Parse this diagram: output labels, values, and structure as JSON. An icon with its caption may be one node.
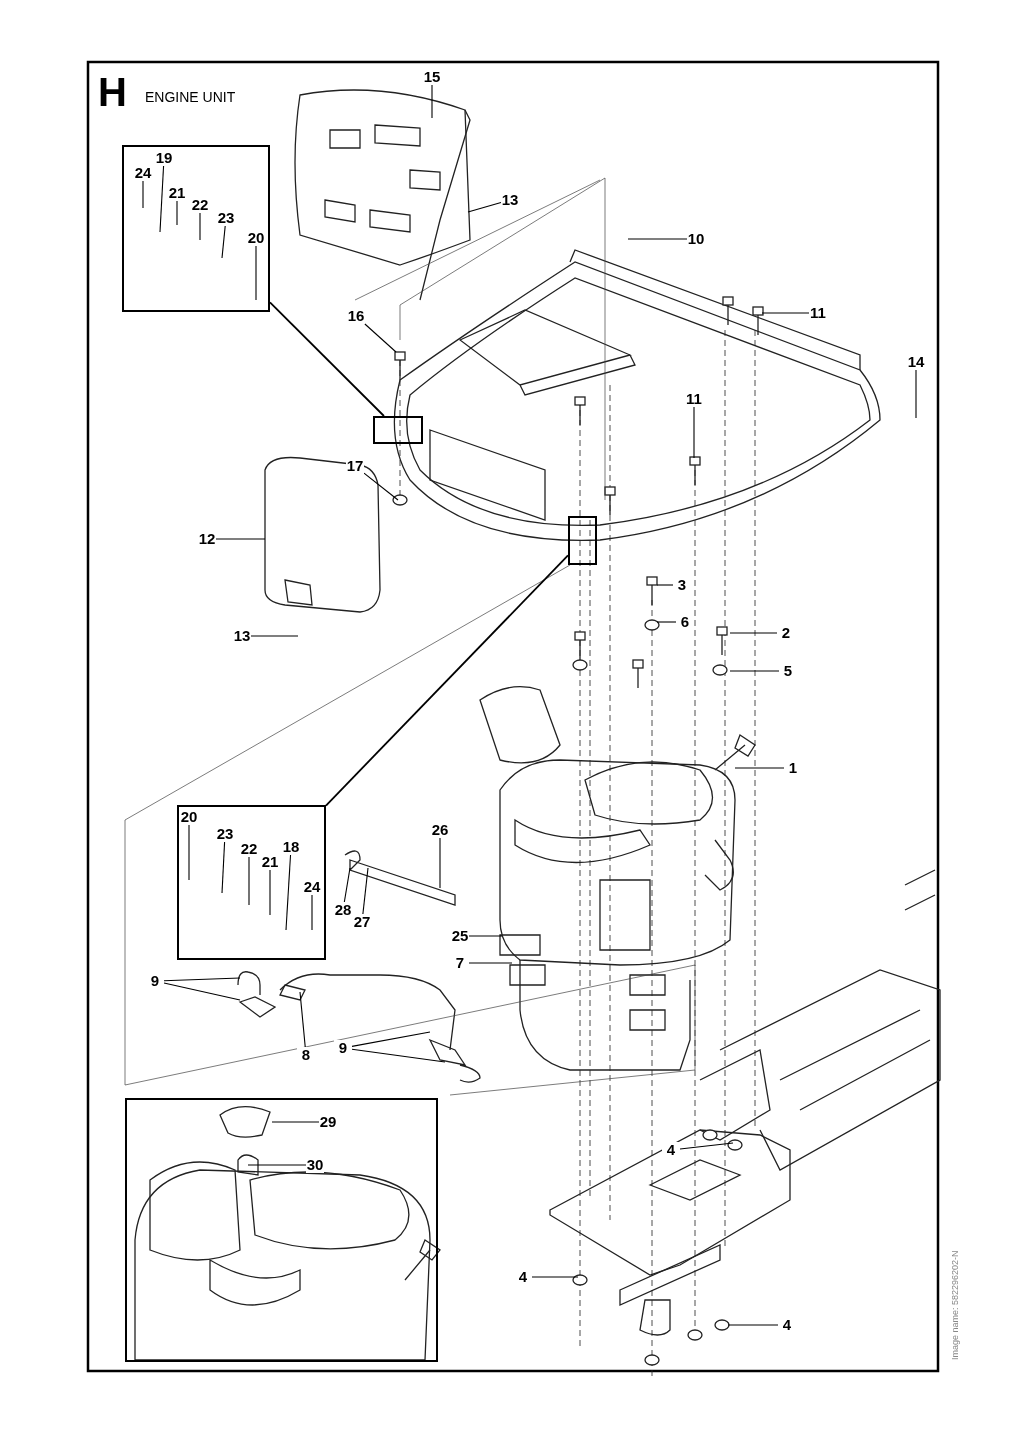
{
  "diagram": {
    "title": "ENGINE UNIT",
    "nodes": [
      {
        "text": [
          "15"
        ]
      },
      {
        "text": [],
        "shape": "box"
      },
      {
        "text": [
          "19"
        ],
        "in": 1
      },
      {
        "text": [
          "24"
        ],
        "in": 1
      },
      {
        "text": [
          "21"
        ],
        "in": 1
      },
      {
        "text": [
          "22"
        ],
        "in": 1
      },
      {
        "text": [
          "23"
        ],
        "in": 1
      },
      {
        "text": [
          "20"
        ],
        "in": 1
      },
      {
        "text": [
          "13"
        ]
      },
      {
        "text": [
          "10"
        ]
      },
      {
        "text": [
          "11"
        ]
      },
      {
        "text": [
          "16"
        ]
      },
      {
        "text": [],
        "shape": "box"
      },
      {
        "text": [
          "14"
        ]
      },
      {
        "text": [
          "11"
        ]
      },
      {
        "text": [
          "17"
        ]
      },
      {
        "text": [
          "12"
        ]
      },
      {
        "text": [],
        "shape": "box"
      },
      {
        "text": [
          "3"
        ]
      },
      {
        "text": [
          "6"
        ]
      },
      {
        "text": [
          "13"
        ]
      },
      {
        "text": [
          "2"
        ]
      },
      {
        "text": [
          "5"
        ]
      },
      {
        "text": [
          "1"
        ]
      },
      {
        "text": [],
        "shape": "box"
      },
      {
        "text": [
          "20"
        ],
        "in": 24
      },
      {
        "text": [
          "23"
        ],
        "in": 24
      },
      {
        "text": [
          "22"
        ],
        "in": 24
      },
      {
        "text": [
          "21"
        ],
        "in": 24
      },
      {
        "text": [
          "18"
        ],
        "in": 24
      },
      {
        "text": [
          "24"
        ],
        "in": 24
      },
      {
        "text": [
          "26"
        ]
      },
      {
        "text": [
          "28"
        ]
      },
      {
        "text": [
          "27"
        ]
      },
      {
        "text": [
          "25"
        ]
      },
      {
        "text": [
          "7"
        ]
      },
      {
        "text": [
          "9"
        ]
      },
      {
        "text": [
          "8"
        ]
      },
      {
        "text": [
          "9"
        ]
      },
      {
        "text": [],
        "shape": "box"
      },
      {
        "text": [
          "29"
        ],
        "in": 39
      },
      {
        "text": [
          "4"
        ]
      },
      {
        "text": [
          "30"
        ],
        "in": 39
      },
      {
        "text": [
          "4"
        ]
      },
      {
        "text": [
          "4"
        ]
      }
    ],
    "edges": [
      {
        "from": 1,
        "to": 12,
        "arrow": "none"
      },
      {
        "from": 24,
        "to": 17,
        "arrow": "none"
      },
      {
        "from": 0,
        "to": null,
        "arrow": "none"
      },
      {
        "from": 2,
        "to": null,
        "arrow": "none"
      },
      {
        "from": 3,
        "to": null,
        "arrow": "none"
      },
      {
        "from": 4,
        "to": null,
        "arrow": "none"
      },
      {
        "from": 5,
        "to": null,
        "arrow": "none"
      },
      {
        "from": 6,
        "to": null,
        "arrow": "none"
      },
      {
        "from": 7,
        "to": null,
        "arrow": "none"
      },
      {
        "from": 8,
        "to": null,
        "arrow": "none"
      },
      {
        "from": 9,
        "to": null,
        "arrow": "none"
      },
      {
        "from": 10,
        "to": null,
        "arrow": "none"
      },
      {
        "from": 11,
        "to": null,
        "arrow": "none"
      },
      {
        "from": 13,
        "to": null,
        "arrow": "none"
      },
      {
        "from": 14,
        "to": null,
        "arrow": "none"
      },
      {
        "from": 15,
        "to": null,
        "arrow": "none"
      },
      {
        "from": 16,
        "to": null,
        "arrow": "none"
      },
      {
        "from": 18,
        "to": null,
        "arrow": "none"
      },
      {
        "from": 19,
        "to": null,
        "arrow": "none"
      },
      {
        "from": 20,
        "to": null,
        "arrow": "none"
      },
      {
        "from": 21,
        "to": null,
        "arrow": "none"
      },
      {
        "from": 22,
        "to": null,
        "arrow": "none"
      },
      {
        "from": 23,
        "to": null,
        "arrow": "none"
      },
      {
        "from": 25,
        "to": null,
        "arrow": "none"
      },
      {
        "from": 26,
        "to": null,
        "arrow": "none"
      },
      {
        "from": 27,
        "to": null,
        "arrow": "none"
      },
      {
        "from": 28,
        "to": null,
        "arrow": "none"
      },
      {
        "from": 29,
        "to": null,
        "arrow": "none"
      },
      {
        "from": 30,
        "to": null,
        "arrow": "none"
      },
      {
        "from": 31,
        "to": null,
        "arrow": "none"
      },
      {
        "from": 32,
        "to": null,
        "arrow": "none"
      },
      {
        "from": 33,
        "to": null,
        "arrow": "none"
      },
      {
        "from": 34,
        "to": null,
        "arrow": "none"
      },
      {
        "from": 35,
        "to": null,
        "arrow": "none"
      },
      {
        "from": 36,
        "to": null,
        "arrow": "none"
      },
      {
        "from": 36,
        "to": null,
        "arrow": "none"
      },
      {
        "from": 37,
        "to": null,
        "arrow": "none"
      },
      {
        "from": 38,
        "to": null,
        "arrow": "none"
      },
      {
        "from": 38,
        "to": null,
        "arrow": "none"
      },
      {
        "from": 40,
        "to": null,
        "arrow": "none"
      },
      {
        "from": 41,
        "to": null,
        "arrow": "none"
      },
      {
        "from": 42,
        "to": null,
        "arrow": "none"
      },
      {
        "from": 43,
        "to": null,
        "arrow": "none"
      },
      {
        "from": 44,
        "to": null,
        "arrow": "none"
      }
    ],
    "labels": [
      "H",
      "Image name: 582296202-N"
    ]
  }
}
